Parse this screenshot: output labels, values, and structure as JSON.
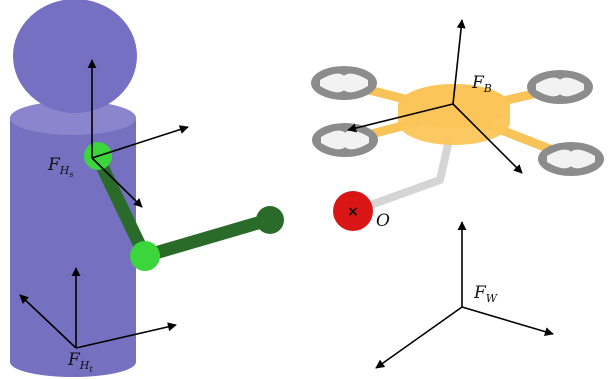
{
  "colors": {
    "human": "#7570bf",
    "human_head": "#7670c2",
    "human_shoulder": "#8a85cc",
    "arm": "#2b6b2a",
    "joint": "#3ad63c",
    "drone_body": "#fcc559",
    "drone_arm": "#f9c457",
    "rotor": "#8c8c8c",
    "blade": "#f2f2f2",
    "tether": "#d5d5d5",
    "origin": "#d91515"
  },
  "frames": {
    "human_shoulder": {
      "main": "F",
      "sub": "H",
      "subsub": "s"
    },
    "human_torso": {
      "main": "F",
      "sub": "H",
      "subsub": "t"
    },
    "drone_body": {
      "main": "F",
      "sub": "B"
    },
    "world": {
      "main": "F",
      "sub": "W"
    }
  },
  "origin": {
    "label": "O",
    "marker": "×"
  }
}
